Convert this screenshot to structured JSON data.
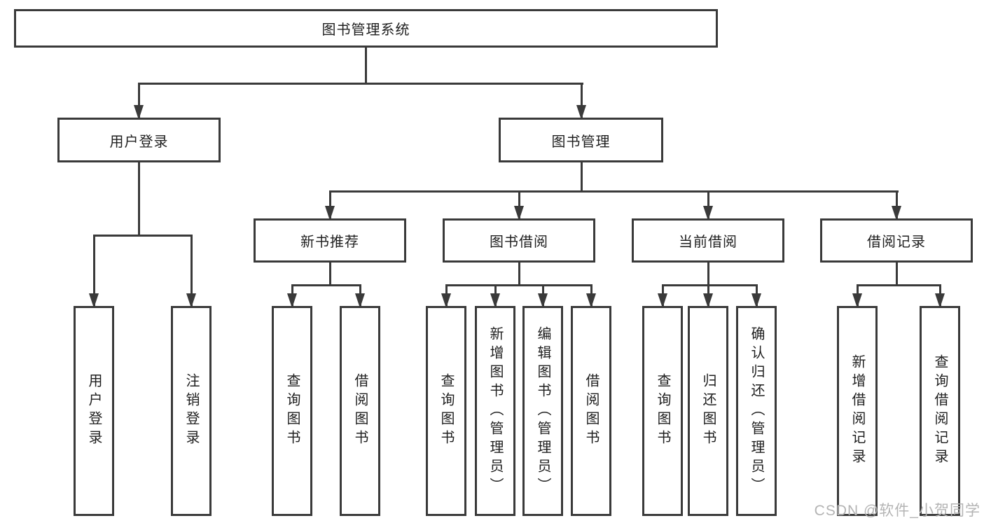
{
  "colors": {
    "line": "#3a3a3a",
    "text": "#1f1f1f",
    "box_background": "#ffffff",
    "watermark": "#b4b4b4"
  },
  "tree": {
    "root": "图书管理系统",
    "level2": [
      "用户登录",
      "图书管理"
    ],
    "level3": [
      "新书推荐",
      "图书借阅",
      "当前借阅",
      "借阅记录"
    ],
    "leaves_user_login": [
      "用户登录",
      "注销登录"
    ],
    "leaves_new_book": [
      "查询图书",
      "借阅图书"
    ],
    "leaves_book_borrow": [
      "查询图书",
      "新增图书（管理员）",
      "编辑图书（管理员）",
      "借阅图书"
    ],
    "leaves_current_borrow": [
      "查询图书",
      "归还图书",
      "确认归还（管理员）"
    ],
    "leaves_borrow_records": [
      "新增借阅记录",
      "查询借阅记录"
    ]
  },
  "watermark": "CSDN @软件_小贺同学"
}
